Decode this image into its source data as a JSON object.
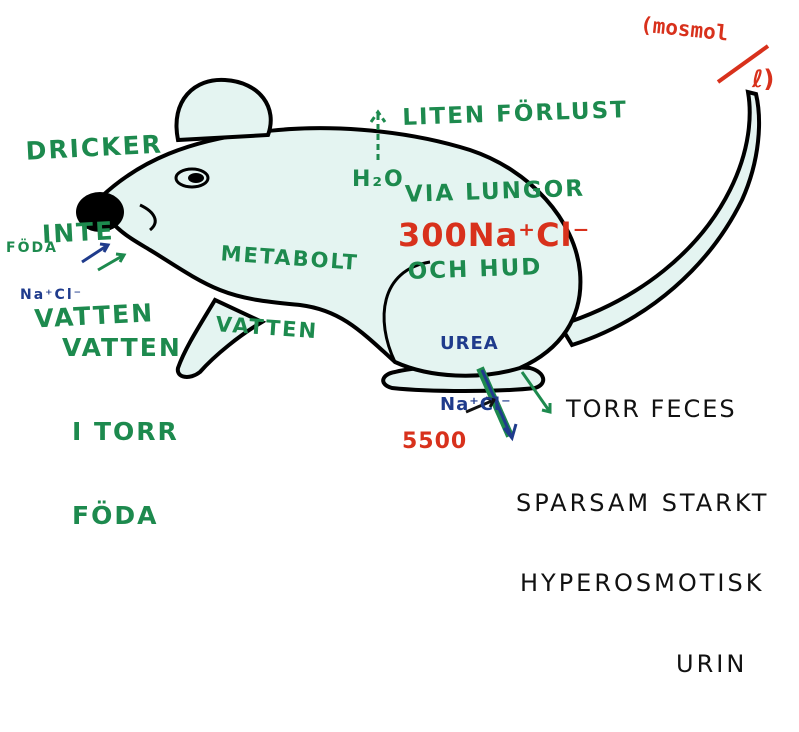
{
  "colors": {
    "body_fill": "#e4f4f1",
    "outline": "#000000",
    "green_text": "#1d8a4e",
    "red_text": "#d8311c",
    "blue_text": "#1f3b8c",
    "black_text": "#111111"
  },
  "labels": {
    "drinks": [
      "DRICKER",
      "INTE",
      "VATTEN"
    ],
    "food": [
      "FÖDA",
      "Na⁺Cl⁻"
    ],
    "water_in_food": [
      "VATTEN",
      "I TORR",
      "FÖDA"
    ],
    "metabolic": [
      "METABOLT",
      "VATTEN"
    ],
    "h2o": "H₂O",
    "small_loss": [
      "LITEN FÖRLUST",
      "VIA LUNGOR",
      "OCH HUD"
    ],
    "osmolality": "300Na⁺Cl⁻",
    "unit_top": "(mosmol",
    "unit_bottom": "ℓ)",
    "urea": [
      "UREA",
      "Na⁺Cl⁻"
    ],
    "urine_value": "5500",
    "dry_feces": "TORR FECES",
    "urine": [
      "SPARSAM STARKT",
      "HYPEROSMOTISK",
      "URIN"
    ]
  }
}
